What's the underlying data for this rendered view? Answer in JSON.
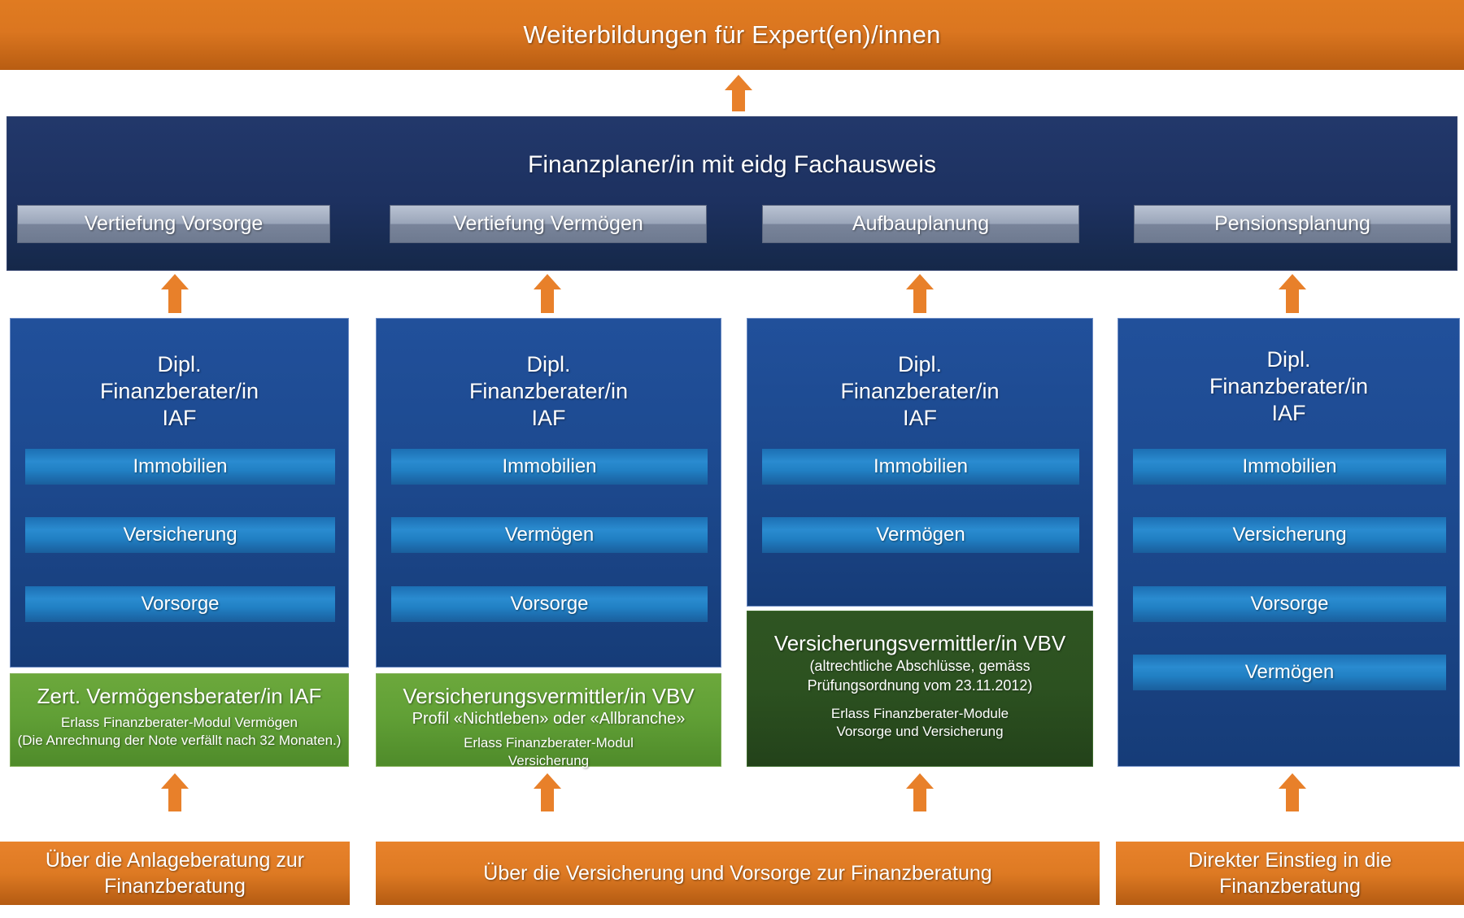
{
  "top_banner": {
    "label": "Weiterbildungen für Expert(en)/innen"
  },
  "navy_panel": {
    "title": "Finanzplaner/in mit eidg Fachausweis",
    "buttons": [
      {
        "label": "Vertiefung Vorsorge"
      },
      {
        "label": "Vertiefung Vermögen"
      },
      {
        "label": "Aufbauplanung"
      },
      {
        "label": "Pensionsplanung"
      }
    ]
  },
  "columns": [
    {
      "title": "Dipl.\nFinanzberater/in\nIAF",
      "title_lines": [
        "Dipl.",
        "Finanzberater/in",
        "IAF"
      ],
      "modules": [
        "Immobilien",
        "Versicherung",
        "Vorsorge"
      ],
      "green": {
        "variant": "light",
        "head": "Zert. Vermögensberater/in IAF",
        "note": "Erlass Finanzberater-Modul  Vermögen",
        "note2": "(Die Anrechnung der Note verfällt nach 32 Monaten.)"
      }
    },
    {
      "title_lines": [
        "Dipl.",
        "Finanzberater/in",
        "IAF"
      ],
      "modules": [
        "Immobilien",
        "Vermögen",
        "Vorsorge"
      ],
      "green": {
        "variant": "light",
        "head": "Versicherungsvermittler/in VBV",
        "sub": "Profil «Nichtleben» oder «Allbranche»",
        "note": "Erlass Finanzberater-Modul",
        "note2": "Versicherung"
      }
    },
    {
      "title_lines": [
        "Dipl.",
        "Finanzberater/in",
        "IAF"
      ],
      "modules": [
        "Immobilien",
        "Vermögen"
      ],
      "green": {
        "variant": "dark",
        "head": "Versicherungsvermittler/in VBV",
        "sub": "(altrechtliche Abschlüsse, gemäss",
        "sub2": "Prüfungsordnung vom 23.11.2012)",
        "note": "Erlass Finanzberater-Module",
        "note2": "Vorsorge und Versicherung"
      }
    },
    {
      "title_lines": [
        "Dipl.",
        "Finanzberater/in",
        "IAF"
      ],
      "modules": [
        "Immobilien",
        "Versicherung",
        "Vorsorge",
        "Vermögen"
      ],
      "green": null
    }
  ],
  "bottom_bars": [
    {
      "label": "Über die Anlageberatung zur Finanzberatung"
    },
    {
      "label": "Über die Versicherung und Vorsorge zur Finanzberatung"
    },
    {
      "label": "Direkter Einstieg in die Finanzberatung"
    }
  ],
  "colors": {
    "orange": "#E07B21",
    "orange_dark": "#B45B12",
    "navy": "#1D3160",
    "blue": "#1D4A90",
    "module_blue": "#2180C4",
    "green": "#61A036",
    "green_dark": "#2C5120",
    "grey_button": "#9AA5B9"
  }
}
